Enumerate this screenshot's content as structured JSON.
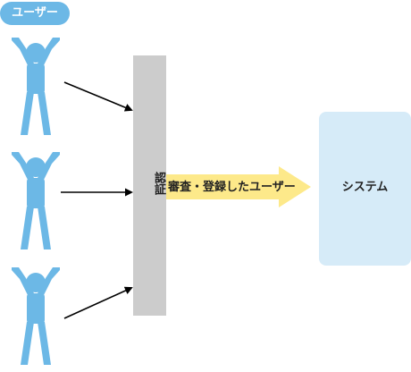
{
  "users_label": "ユーザー",
  "auth_label": "認証",
  "flow_label": "審査・登録したユーザー",
  "system_label": "システム",
  "colors": {
    "user_blue": "#6cb8e6",
    "auth_gray": "#cccccc",
    "arrow_yellow": "#fde98a",
    "system_bg": "#d6ebf8",
    "text_dark": "#222222",
    "line_black": "#000000"
  },
  "icons": {
    "person": "person-arms-raised-icon"
  }
}
